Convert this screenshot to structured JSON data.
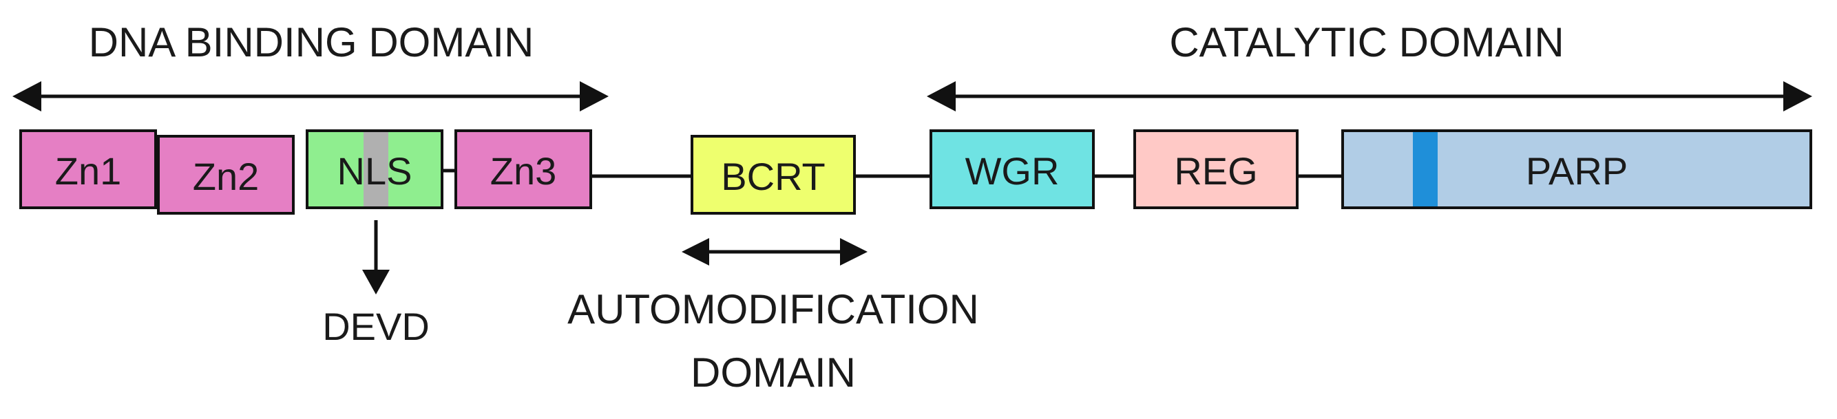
{
  "domains": {
    "dna_binding": "DNA BINDING DOMAIN",
    "catalytic": "CATALYTIC DOMAIN",
    "automodification_line1": "AUTOMODIFICATION",
    "automodification_line2": "DOMAIN"
  },
  "boxes": {
    "zn1": {
      "label": "Zn1",
      "color": "#e57fc4"
    },
    "zn2": {
      "label": "Zn2",
      "color": "#e57fc4"
    },
    "nls": {
      "label": "NLS",
      "color": "#8fee8f"
    },
    "nls_site": {
      "color": "#b0b0b0"
    },
    "zn3": {
      "label": "Zn3",
      "color": "#e57fc4"
    },
    "bcrt": {
      "label": "BCRT",
      "color": "#eeff6e"
    },
    "wgr": {
      "label": "WGR",
      "color": "#6fe3e3"
    },
    "reg": {
      "label": "REG",
      "color": "#ffc9c6"
    },
    "parp": {
      "label": "PARP",
      "color": "#b1cde6"
    },
    "parp_stripe": {
      "color": "#1f8fd9"
    }
  },
  "site_label": "DEVD"
}
